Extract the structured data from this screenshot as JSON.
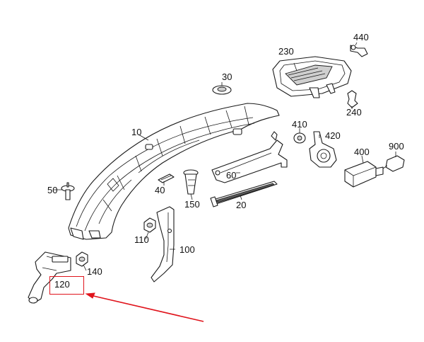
{
  "diagram": {
    "parts": [
      {
        "id": "p10",
        "label": "10"
      },
      {
        "id": "p20",
        "label": "20"
      },
      {
        "id": "p30",
        "label": "30"
      },
      {
        "id": "p40",
        "label": "40"
      },
      {
        "id": "p50",
        "label": "50"
      },
      {
        "id": "p60",
        "label": "60"
      },
      {
        "id": "p100",
        "label": "100"
      },
      {
        "id": "p110",
        "label": "110"
      },
      {
        "id": "p120",
        "label": "120"
      },
      {
        "id": "p140",
        "label": "140"
      },
      {
        "id": "p150",
        "label": "150"
      },
      {
        "id": "p230",
        "label": "230"
      },
      {
        "id": "p240",
        "label": "240"
      },
      {
        "id": "p400",
        "label": "400"
      },
      {
        "id": "p410",
        "label": "410"
      },
      {
        "id": "p420",
        "label": "420"
      },
      {
        "id": "p440",
        "label": "440"
      },
      {
        "id": "p900",
        "label": "900"
      }
    ],
    "highlight": {
      "part_label": "120",
      "color": "#e0141c"
    }
  }
}
